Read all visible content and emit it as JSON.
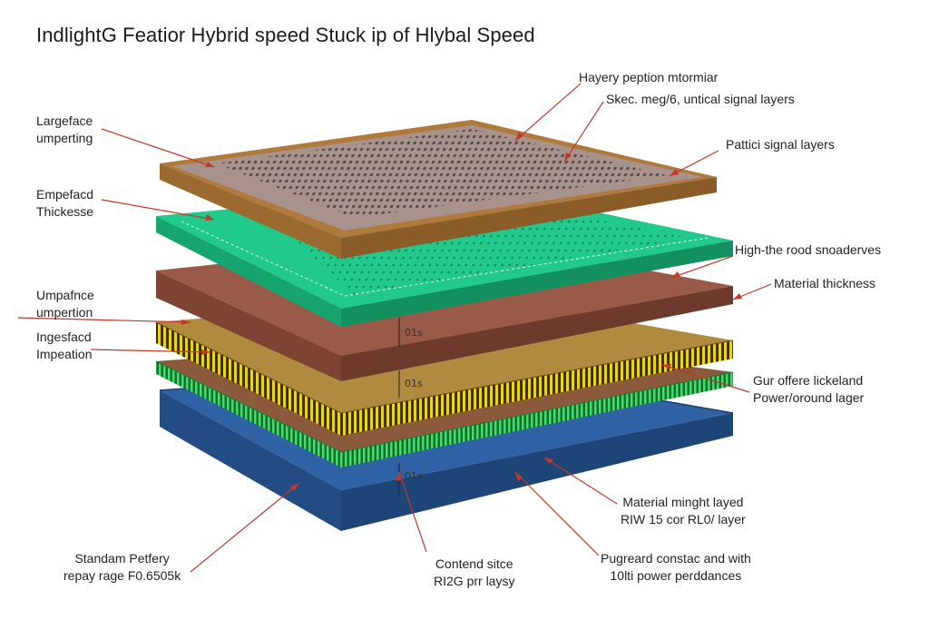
{
  "title": "IndlightG Featior Hybrid speed Stuck ip of Hlybal Speed",
  "labels": {
    "left_1": [
      "Largeface",
      "umperting"
    ],
    "left_2": [
      "Empefacd",
      "Thickesse"
    ],
    "left_3": [
      "Umpafnce",
      "umpertion"
    ],
    "left_4": [
      "Ingesfacd",
      "Impeation"
    ],
    "bottom_left": [
      "Standam Petfery",
      "repay rage F0.6505k"
    ],
    "bottom_mid": [
      "Contend sitce",
      "RI2G prr laysy"
    ],
    "bottom_right": [
      "Pugreard constac and with",
      "10lti power perddances"
    ],
    "right_top_1": "Hayery peption mtormiar",
    "right_top_2": "Skec. meg/6, untical signal layers",
    "right_1": "Pattici signal layers",
    "right_2": "High-the rood snoaderves",
    "right_3": "Material thickness",
    "right_4": [
      "Gur offere lickeland",
      "Power/oround lager"
    ],
    "right_5": [
      "Material minght layed",
      "RIW 15 cor RL0/ layer"
    ]
  },
  "thickness_marks": [
    "01s",
    "01s",
    "01s"
  ],
  "colors": {
    "top_layer_face": "#a8928c",
    "top_layer_edge": "#b77d38",
    "green_layer": "#1fc488",
    "brown_layer": "#9a5a48",
    "yellow_layer": "#c79a3c",
    "green_thin_layer": "#35d36a",
    "blue_layer": "#2b5a98",
    "leader_line": "#c0392b"
  }
}
